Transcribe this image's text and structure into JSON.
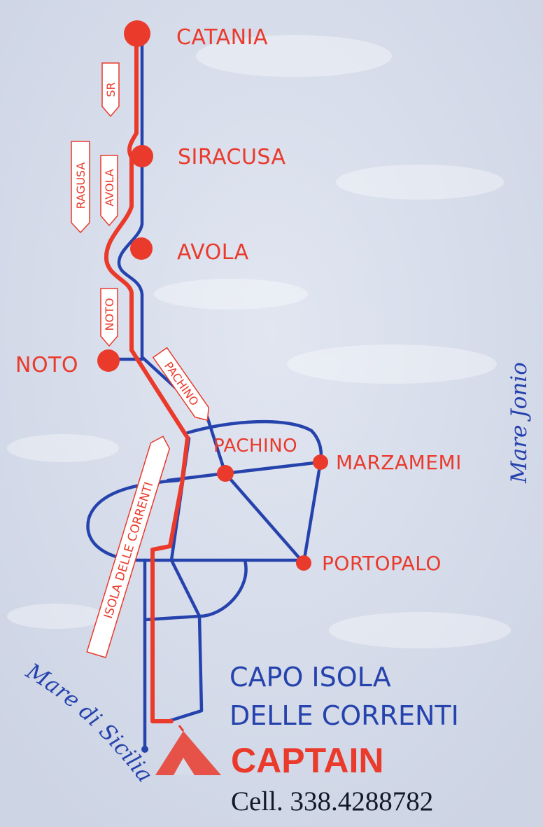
{
  "cities": {
    "catania": "CATANIA",
    "siracusa": "SIRACUSA",
    "avola": "AVOLA",
    "noto": "NOTO",
    "pachino": "PACHINO",
    "marzamemi": "MARZAMEMI",
    "portopalo": "PORTOPALO"
  },
  "road_signs": {
    "sr": "SR",
    "ragusa": "RAGUSA",
    "avola": "AVOLA",
    "noto": "NOTO",
    "pachino": "PACHINO",
    "isola": "ISOLA DELLE CORRENTI"
  },
  "seas": {
    "ionio": "Mare Jonio",
    "sicilia": "Mare di Sicilia"
  },
  "footer": {
    "title_line1": "CAPO ISOLA",
    "title_line2": "DELLE CORRENTI",
    "brand": "CAPTAIN",
    "phone": "Cell. 338.4288782"
  },
  "colors": {
    "road_red": "#ea3a2c",
    "road_blue": "#2643ad",
    "background": "#d6dcea"
  },
  "icons": {
    "logo": "tent-icon",
    "city_marker": "red-dot"
  }
}
